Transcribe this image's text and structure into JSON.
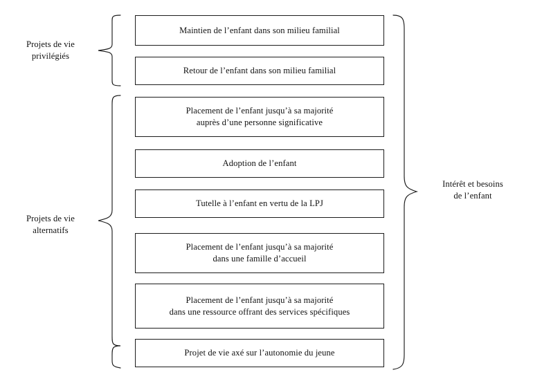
{
  "diagram": {
    "title_present": false,
    "left_groups": [
      {
        "id": "privilegies",
        "label_line1": "Projets de vie",
        "label_line2": "privilégiés",
        "brace": "left-curly-brace"
      },
      {
        "id": "alternatifs",
        "label_line1": "Projets de vie",
        "label_line2": "alternatifs",
        "brace": "left-curly-brace"
      }
    ],
    "right_group": {
      "id": "interet-besoins",
      "label_line1": "Intérêt et besoins",
      "label_line2": "de l’enfant",
      "brace": "right-curly-brace"
    },
    "boxes": [
      {
        "id": "maintien-milieu-familial",
        "group": "privilegies",
        "line1": "Maintien de l’enfant dans son milieu familial",
        "line2": ""
      },
      {
        "id": "retour-milieu-familial",
        "group": "privilegies",
        "line1": "Retour de l’enfant dans son milieu familial",
        "line2": ""
      },
      {
        "id": "placement-personne-significative",
        "group": "alternatifs",
        "line1": "Placement de l’enfant jusqu’à sa majorité",
        "line2": "auprès d’une personne significative"
      },
      {
        "id": "adoption",
        "group": "alternatifs",
        "line1": "Adoption de l’enfant",
        "line2": ""
      },
      {
        "id": "tutelle-lpj",
        "group": "alternatifs",
        "line1": "Tutelle à l’enfant en vertu de la LPJ",
        "line2": ""
      },
      {
        "id": "placement-famille-accueil",
        "group": "alternatifs",
        "line1": "Placement de l’enfant jusqu’à sa majorité",
        "line2": "dans une famille d’accueil"
      },
      {
        "id": "placement-ressource-services",
        "group": "alternatifs",
        "line1": "Placement de l’enfant jusqu’à sa majorité",
        "line2": "dans une ressource offrant des services spécifiques"
      },
      {
        "id": "autonomie-jeune",
        "group": "alternatifs",
        "line1": "Projet de vie axé sur l’autonomie du jeune",
        "line2": ""
      }
    ],
    "colors": {
      "border": "#1b1b1b",
      "text": "#111111",
      "background": "#ffffff",
      "brace": "#1b1b1b"
    }
  }
}
